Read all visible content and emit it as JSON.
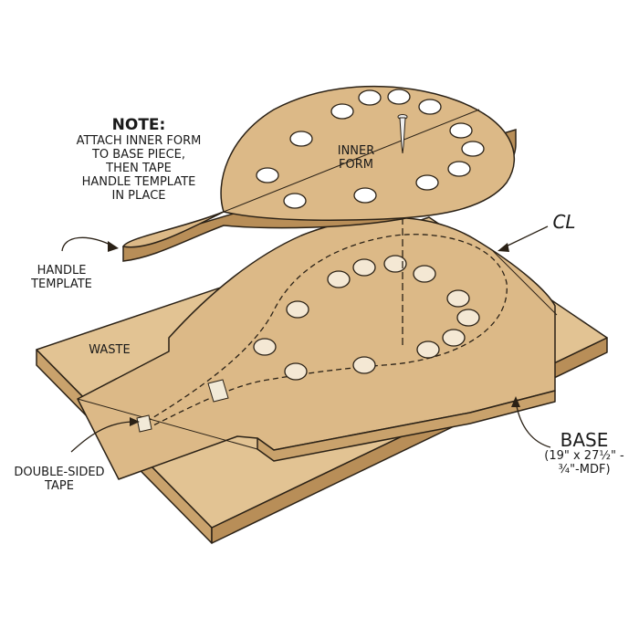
{
  "note": {
    "title": "NOTE:",
    "lines": [
      "ATTACH INNER FORM",
      "TO BASE PIECE,",
      "THEN TAPE",
      "HANDLE TEMPLATE",
      "IN PLACE"
    ]
  },
  "labels": {
    "inner_form": [
      "INNER",
      "FORM"
    ],
    "handle_template": [
      "HANDLE",
      "TEMPLATE"
    ],
    "waste": "WASTE",
    "double_sided_tape": [
      "DOUBLE-SIDED",
      "TAPE"
    ],
    "base_title": "BASE",
    "base_spec": [
      "(19\" x 27½\" -",
      "¾\"-MDF)"
    ],
    "centerline": "CL"
  },
  "colors": {
    "wood": "#dcb987",
    "wood_dark": "#c9a26c",
    "edge": "#b88e58",
    "line": "#2a2116"
  }
}
